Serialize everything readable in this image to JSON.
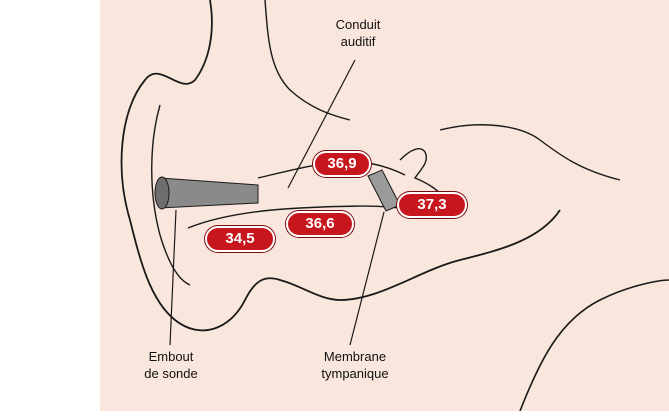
{
  "labels": {
    "canal_line1": "Conduit",
    "canal_line2": "auditif",
    "probe_line1": "Embout",
    "probe_line2": "de sonde",
    "membrane_line1": "Membrane",
    "membrane_line2": "tympanique"
  },
  "temperatures": {
    "canal_upper": "36,9",
    "membrane": "37,3",
    "canal_mid": "36,6",
    "canal_entrance": "34,5"
  },
  "colors": {
    "skin": "#f9e6dc",
    "outline": "#1a1a1a",
    "badge": "#c8161e",
    "probe": "#8a8a8a"
  }
}
